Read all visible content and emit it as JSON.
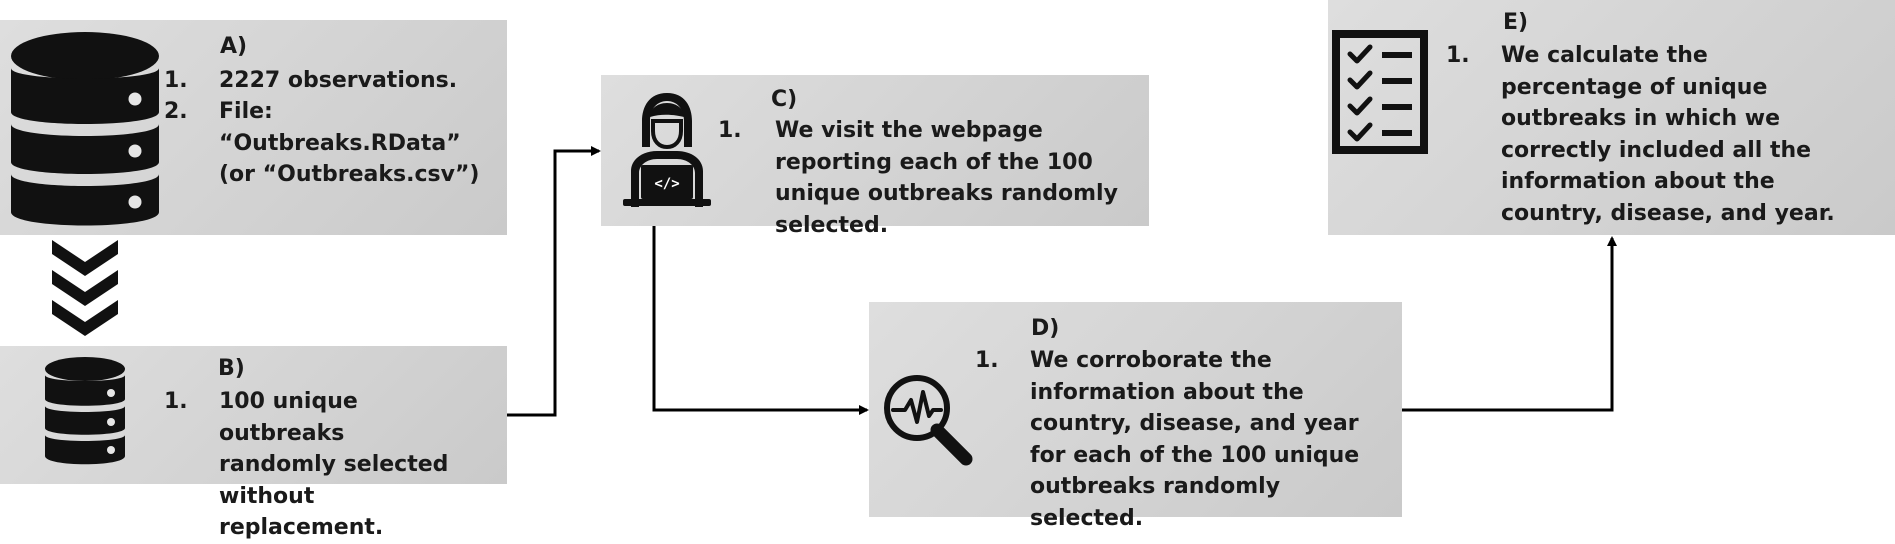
{
  "steps": {
    "a": {
      "label": "A)",
      "items": [
        {
          "num": "1.",
          "text": "2227 observations."
        },
        {
          "num": "2.",
          "text": "File: “Outbreaks.RData” (or “Outbreaks.csv”)"
        }
      ]
    },
    "b": {
      "label": "B)",
      "items": [
        {
          "num": "1.",
          "text": "100 unique outbreaks randomly selected without replacement."
        }
      ]
    },
    "c": {
      "label": "C)",
      "items": [
        {
          "num": "1.",
          "text": "We visit the webpage reporting each of the 100 unique outbreaks randomly selected."
        }
      ]
    },
    "d": {
      "label": "D)",
      "items": [
        {
          "num": "1.",
          "text": "We corroborate the information about the country, disease, and year for each of the 100 unique outbreaks randomly selected."
        }
      ]
    },
    "e": {
      "label": "E)",
      "items": [
        {
          "num": "1.",
          "text": "We calculate the percentage of unique outbreaks in which we correctly included all the information about the country, disease, and year."
        }
      ]
    }
  },
  "icons": {
    "a": "database-icon",
    "b": "database-icon",
    "c": "developer-laptop-icon",
    "d": "magnifier-pulse-icon",
    "e": "checklist-icon",
    "down": "chevron-down-icon"
  },
  "colors": {
    "box_fill": "#d3d3d3",
    "icon": "#111111",
    "connector": "#000000"
  }
}
